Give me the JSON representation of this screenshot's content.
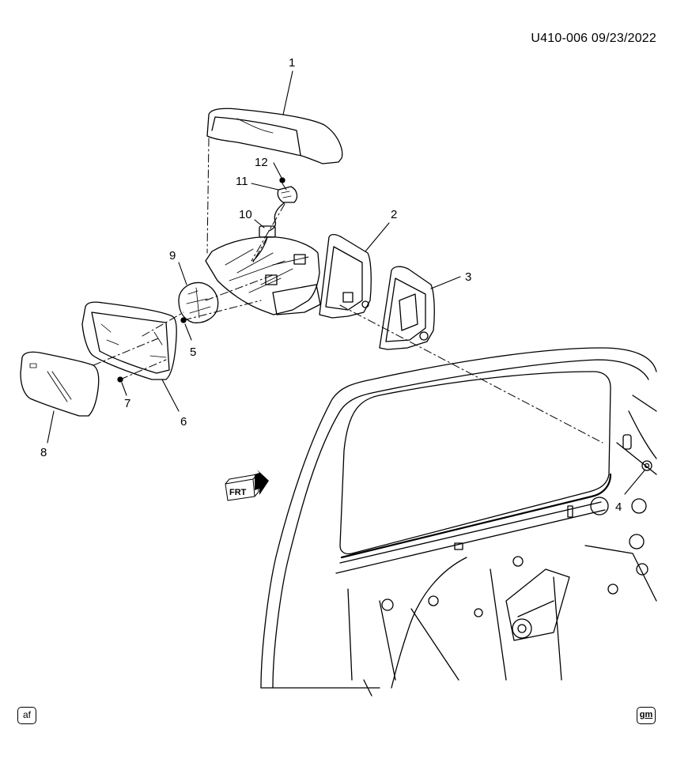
{
  "header": {
    "doc_id": "U410-006  09/23/2022"
  },
  "callouts": [
    {
      "id": "c1",
      "label": "1"
    },
    {
      "id": "c2",
      "label": "2"
    },
    {
      "id": "c3",
      "label": "3"
    },
    {
      "id": "c4",
      "label": "4"
    },
    {
      "id": "c5",
      "label": "5"
    },
    {
      "id": "c6",
      "label": "6"
    },
    {
      "id": "c7",
      "label": "7"
    },
    {
      "id": "c8",
      "label": "8"
    },
    {
      "id": "c9",
      "label": "9"
    },
    {
      "id": "c10",
      "label": "10"
    },
    {
      "id": "c11",
      "label": "11"
    },
    {
      "id": "c12",
      "label": "12"
    }
  ],
  "direction_marker": {
    "label": "FRT"
  },
  "footer": {
    "left_badge": "af",
    "right_badge": "gm"
  }
}
